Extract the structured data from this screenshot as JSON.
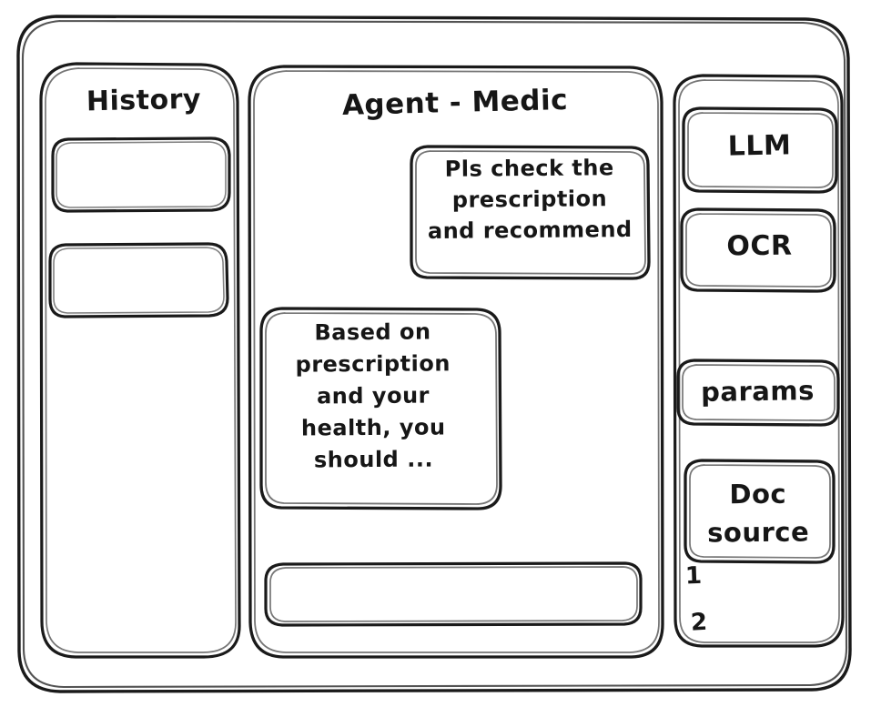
{
  "window": {
    "name": "app-window-frame"
  },
  "sidebar_left": {
    "title": "History",
    "items": [
      {
        "label": "",
        "name": "history-item-1"
      },
      {
        "label": "",
        "name": "history-item-2"
      }
    ]
  },
  "main": {
    "title": "Agent - Medic",
    "messages": [
      {
        "role": "user",
        "text": "Pls check the\nprescription\nand recommend"
      },
      {
        "role": "assistant",
        "text": "Based on\nprescription\nand your\nhealth, you\nshould ..."
      }
    ],
    "composer": {
      "value": "",
      "placeholder": ""
    }
  },
  "sidebar_right": {
    "tools": [
      {
        "label": "LLM",
        "name": "tool-llm"
      },
      {
        "label": "OCR",
        "name": "tool-ocr"
      },
      {
        "label": "params",
        "name": "tool-params"
      },
      {
        "label": "Doc\nsource",
        "name": "tool-doc-source"
      }
    ],
    "doc_sources": [
      {
        "label": "1"
      },
      {
        "label": "2"
      }
    ]
  },
  "style": {
    "ink": "#1a1a1a",
    "paper": "#ffffff"
  }
}
